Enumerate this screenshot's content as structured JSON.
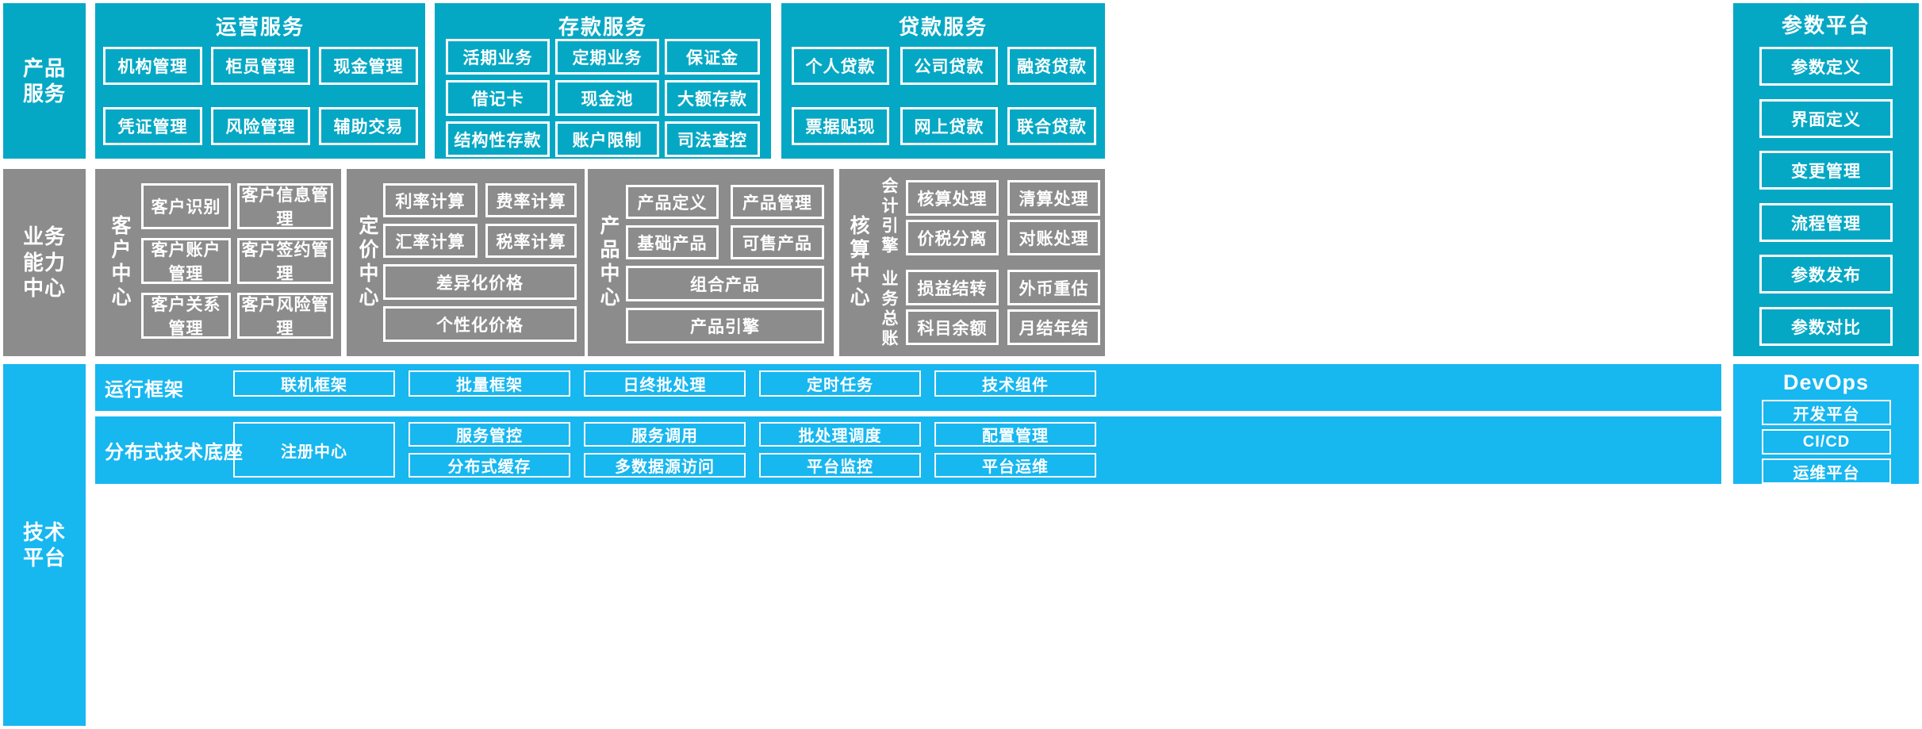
{
  "colors": {
    "teal": "#05A8C4",
    "gray": "#8C8C8C",
    "bright_blue": "#17B7F0",
    "border": "#FFFFFF",
    "text": "#FFFFFF"
  },
  "layers": {
    "product_service": {
      "spine_label": "产品\n服务",
      "groups": [
        {
          "title": "运营服务",
          "tiles": [
            [
              "机构管理",
              "柜员管理",
              "现金管理"
            ],
            [
              "凭证管理",
              "风险管理",
              "辅助交易"
            ]
          ]
        },
        {
          "title": "存款服务",
          "tiles": [
            [
              "活期业务",
              "定期业务",
              "保证金"
            ],
            [
              "借记卡",
              "现金池",
              "大额存款"
            ],
            [
              "结构性存款",
              "账户限制",
              "司法查控"
            ]
          ]
        },
        {
          "title": "贷款服务",
          "tiles": [
            [
              "个人贷款",
              "公司贷款",
              "融资贷款"
            ],
            [
              "票据贴现",
              "网上贷款",
              "联合贷款"
            ]
          ]
        }
      ]
    },
    "business_capability": {
      "spine_label": "业务\n能力\n中心",
      "centers": [
        {
          "name": "客户中心",
          "sub_labels": [],
          "rows": [
            [
              "客户识别",
              "客户信息管理"
            ],
            [
              "客户账户管理",
              "客户签约管理"
            ],
            [
              "客户关系管理",
              "客户风险管理"
            ]
          ]
        },
        {
          "name": "定价中心",
          "sub_labels": [],
          "rows": [
            [
              "利率计算",
              "费率计算"
            ],
            [
              "汇率计算",
              "税率计算"
            ],
            [
              "差异化价格"
            ],
            [
              "个性化价格"
            ]
          ]
        },
        {
          "name": "产品中心",
          "sub_labels": [],
          "rows": [
            [
              "产品定义",
              "产品管理"
            ],
            [
              "基础产品",
              "可售产品"
            ],
            [
              "组合产品"
            ],
            [
              "产品引擎"
            ]
          ]
        },
        {
          "name": "核算中心",
          "sub_labels": [
            "会计引擎",
            "业务总账"
          ],
          "rows": [
            [
              "核算处理",
              "清算处理"
            ],
            [
              "价税分离",
              "对账处理"
            ],
            [
              "损益结转",
              "外币重估"
            ],
            [
              "科目余额",
              "月结年结"
            ]
          ]
        }
      ]
    },
    "technical_platform": {
      "spine_label": "技术\n平台",
      "bands": [
        {
          "label": "运行框架",
          "wide_tile": null,
          "tiles": [
            "联机框架",
            "批量框架",
            "日终批处理",
            "定时任务",
            "技术组件"
          ]
        },
        {
          "label": "分布式技术底座",
          "wide_tile": "注册中心",
          "tiles_top": [
            "服务管控",
            "服务调用",
            "批处理调度",
            "配置管理"
          ],
          "tiles_bottom": [
            "分布式缓存",
            "多数据源访问",
            "平台监控",
            "平台运维"
          ]
        }
      ]
    }
  },
  "right_column": {
    "parameter_platform": {
      "title": "参数平台",
      "items": [
        "参数定义",
        "界面定义",
        "变更管理",
        "流程管理",
        "参数发布",
        "参数对比"
      ]
    },
    "devops": {
      "title": "DevOps",
      "items": [
        "开发平台",
        "CI/CD",
        "运维平台"
      ]
    }
  }
}
